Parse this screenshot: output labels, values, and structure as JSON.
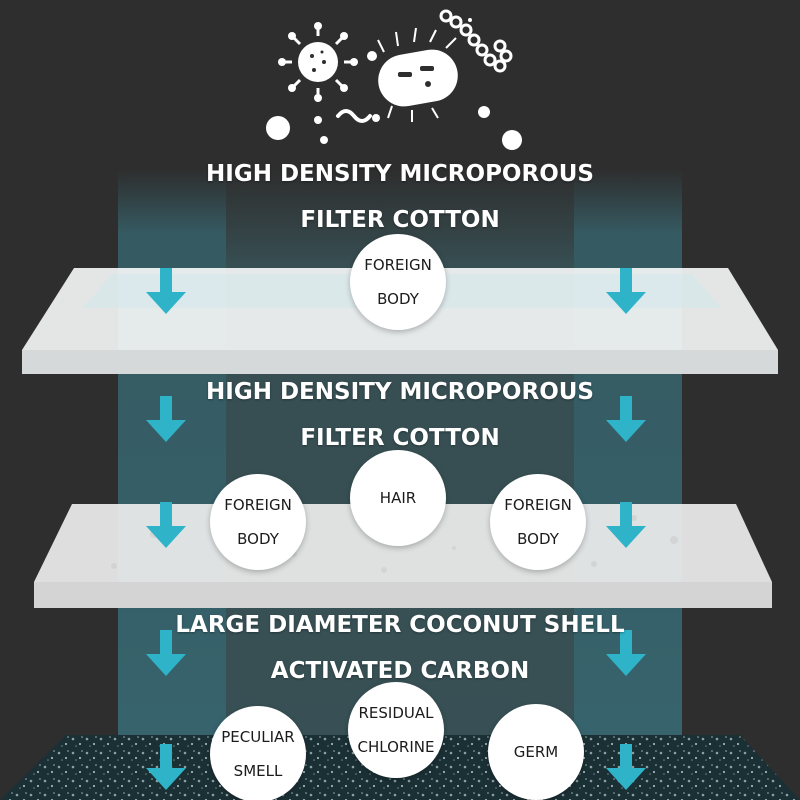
{
  "layers": [
    {
      "heading_line1": "HIGH DENSITY MICROPOROUS",
      "heading_line2": "FILTER COTTON",
      "particles": [
        {
          "line1": "FOREIGN",
          "line2": "BODY"
        }
      ]
    },
    {
      "heading_line1": "HIGH DENSITY MICROPOROUS",
      "heading_line2": "FILTER COTTON",
      "particles": [
        {
          "line1": "FOREIGN",
          "line2": "BODY"
        },
        {
          "line1": "HAIR",
          "line2": ""
        },
        {
          "line1": "FOREIGN",
          "line2": "BODY"
        }
      ]
    },
    {
      "heading_line1": "LARGE DIAMETER COCONUT SHELL",
      "heading_line2": "ACTIVATED CARBON",
      "particles": [
        {
          "line1": "PECULIAR",
          "line2": "SMELL"
        },
        {
          "line1": "RESIDUAL",
          "line2": "CHLORINE"
        },
        {
          "line1": "GERM",
          "line2": ""
        }
      ]
    }
  ],
  "colors": {
    "background": "#2e2e2e",
    "beam": "#46bed7",
    "arrow": "#2fb3c8",
    "slab": "#f2f2f2",
    "text": "#ffffff"
  },
  "icons": [
    "virus-icon",
    "bacterium-icon",
    "chain-bacteria-icon",
    "worm-icon"
  ]
}
